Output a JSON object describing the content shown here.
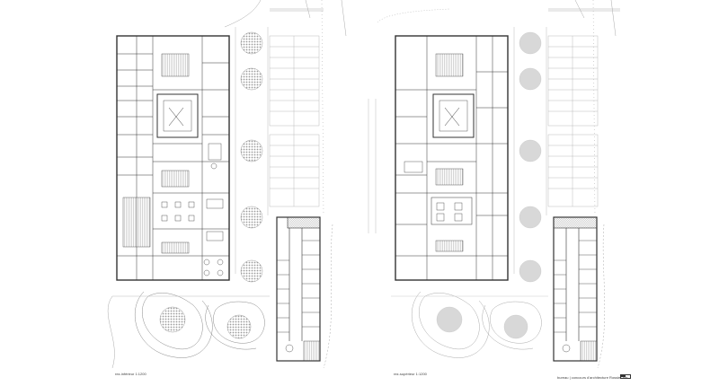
{
  "sheet": {
    "caption_left": "rez-inférieur 1:1200",
    "caption_right": "rez-supérieur 1:1200",
    "caption_office": "bureau | concours d'architecture Rossier Pitt"
  },
  "plans": [
    {
      "id": "lower-floor",
      "name": "rez-inférieur"
    },
    {
      "id": "upper-floor",
      "name": "rez-supérieur"
    }
  ],
  "colors": {
    "line": "#333333",
    "light_line": "#9a9a9a",
    "tree": "#bdbdbd",
    "hatch": "#8a8a8a"
  }
}
